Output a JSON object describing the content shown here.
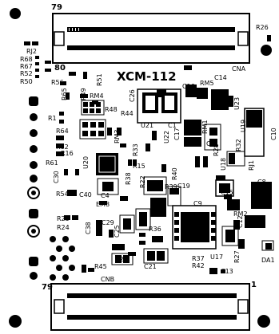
{
  "board": {
    "title": "XCM-112",
    "connector_a": {
      "name": "CNA",
      "pin_first": "79",
      "pin_last": "80"
    },
    "connector_b": {
      "name": "CNB",
      "pin_first": "79",
      "pin_last": "1"
    }
  },
  "refs": {
    "R26": "R26",
    "RJ2": "RJ2",
    "R68": "R68",
    "R67": "R67",
    "R52": "R52",
    "R50": "R50",
    "R56": "R56",
    "R51": "R51",
    "R65": "R65",
    "R49": "R49",
    "RM4": "RM4",
    "R48": "R48",
    "R44": "R44",
    "R1": "R1",
    "R64": "R64",
    "R62": "R62",
    "R16": "R16",
    "R61": "R61",
    "RM3": "RM3",
    "R33": "R33",
    "R15": "R15",
    "R22": "R22",
    "R38": "R38",
    "R54": "R54",
    "R23": "R23",
    "R24": "R24",
    "R45": "R45",
    "R36": "R36",
    "R39": "R39",
    "R40": "R40",
    "R37": "R37",
    "R42": "R42",
    "R27": "R27",
    "RM5": "RM5",
    "RM1": "RM1",
    "RM2": "RM2",
    "RJ1": "RJ1",
    "R32": "R32",
    "R28": "R28",
    "C14": "C14",
    "C16": "C16",
    "C26": "C26",
    "C1": "C1",
    "C17": "C17",
    "C10": "C10",
    "C30": "C30",
    "C40": "C40",
    "C4": "C4",
    "C38": "C38",
    "C29": "C29",
    "C25": "C25",
    "C24": "C24",
    "C21": "C21",
    "C19": "C19",
    "C15": "C15",
    "C8": "C8",
    "C12": "C12",
    "C13": "C13",
    "C9": "C9",
    "C11": "C11",
    "U21": "U21",
    "U23": "U23",
    "U19": "U19",
    "U18": "U18",
    "U17": "U17",
    "U20": "U20",
    "U22": "U22",
    "EM8": "EM8",
    "DA1": "DA1"
  }
}
